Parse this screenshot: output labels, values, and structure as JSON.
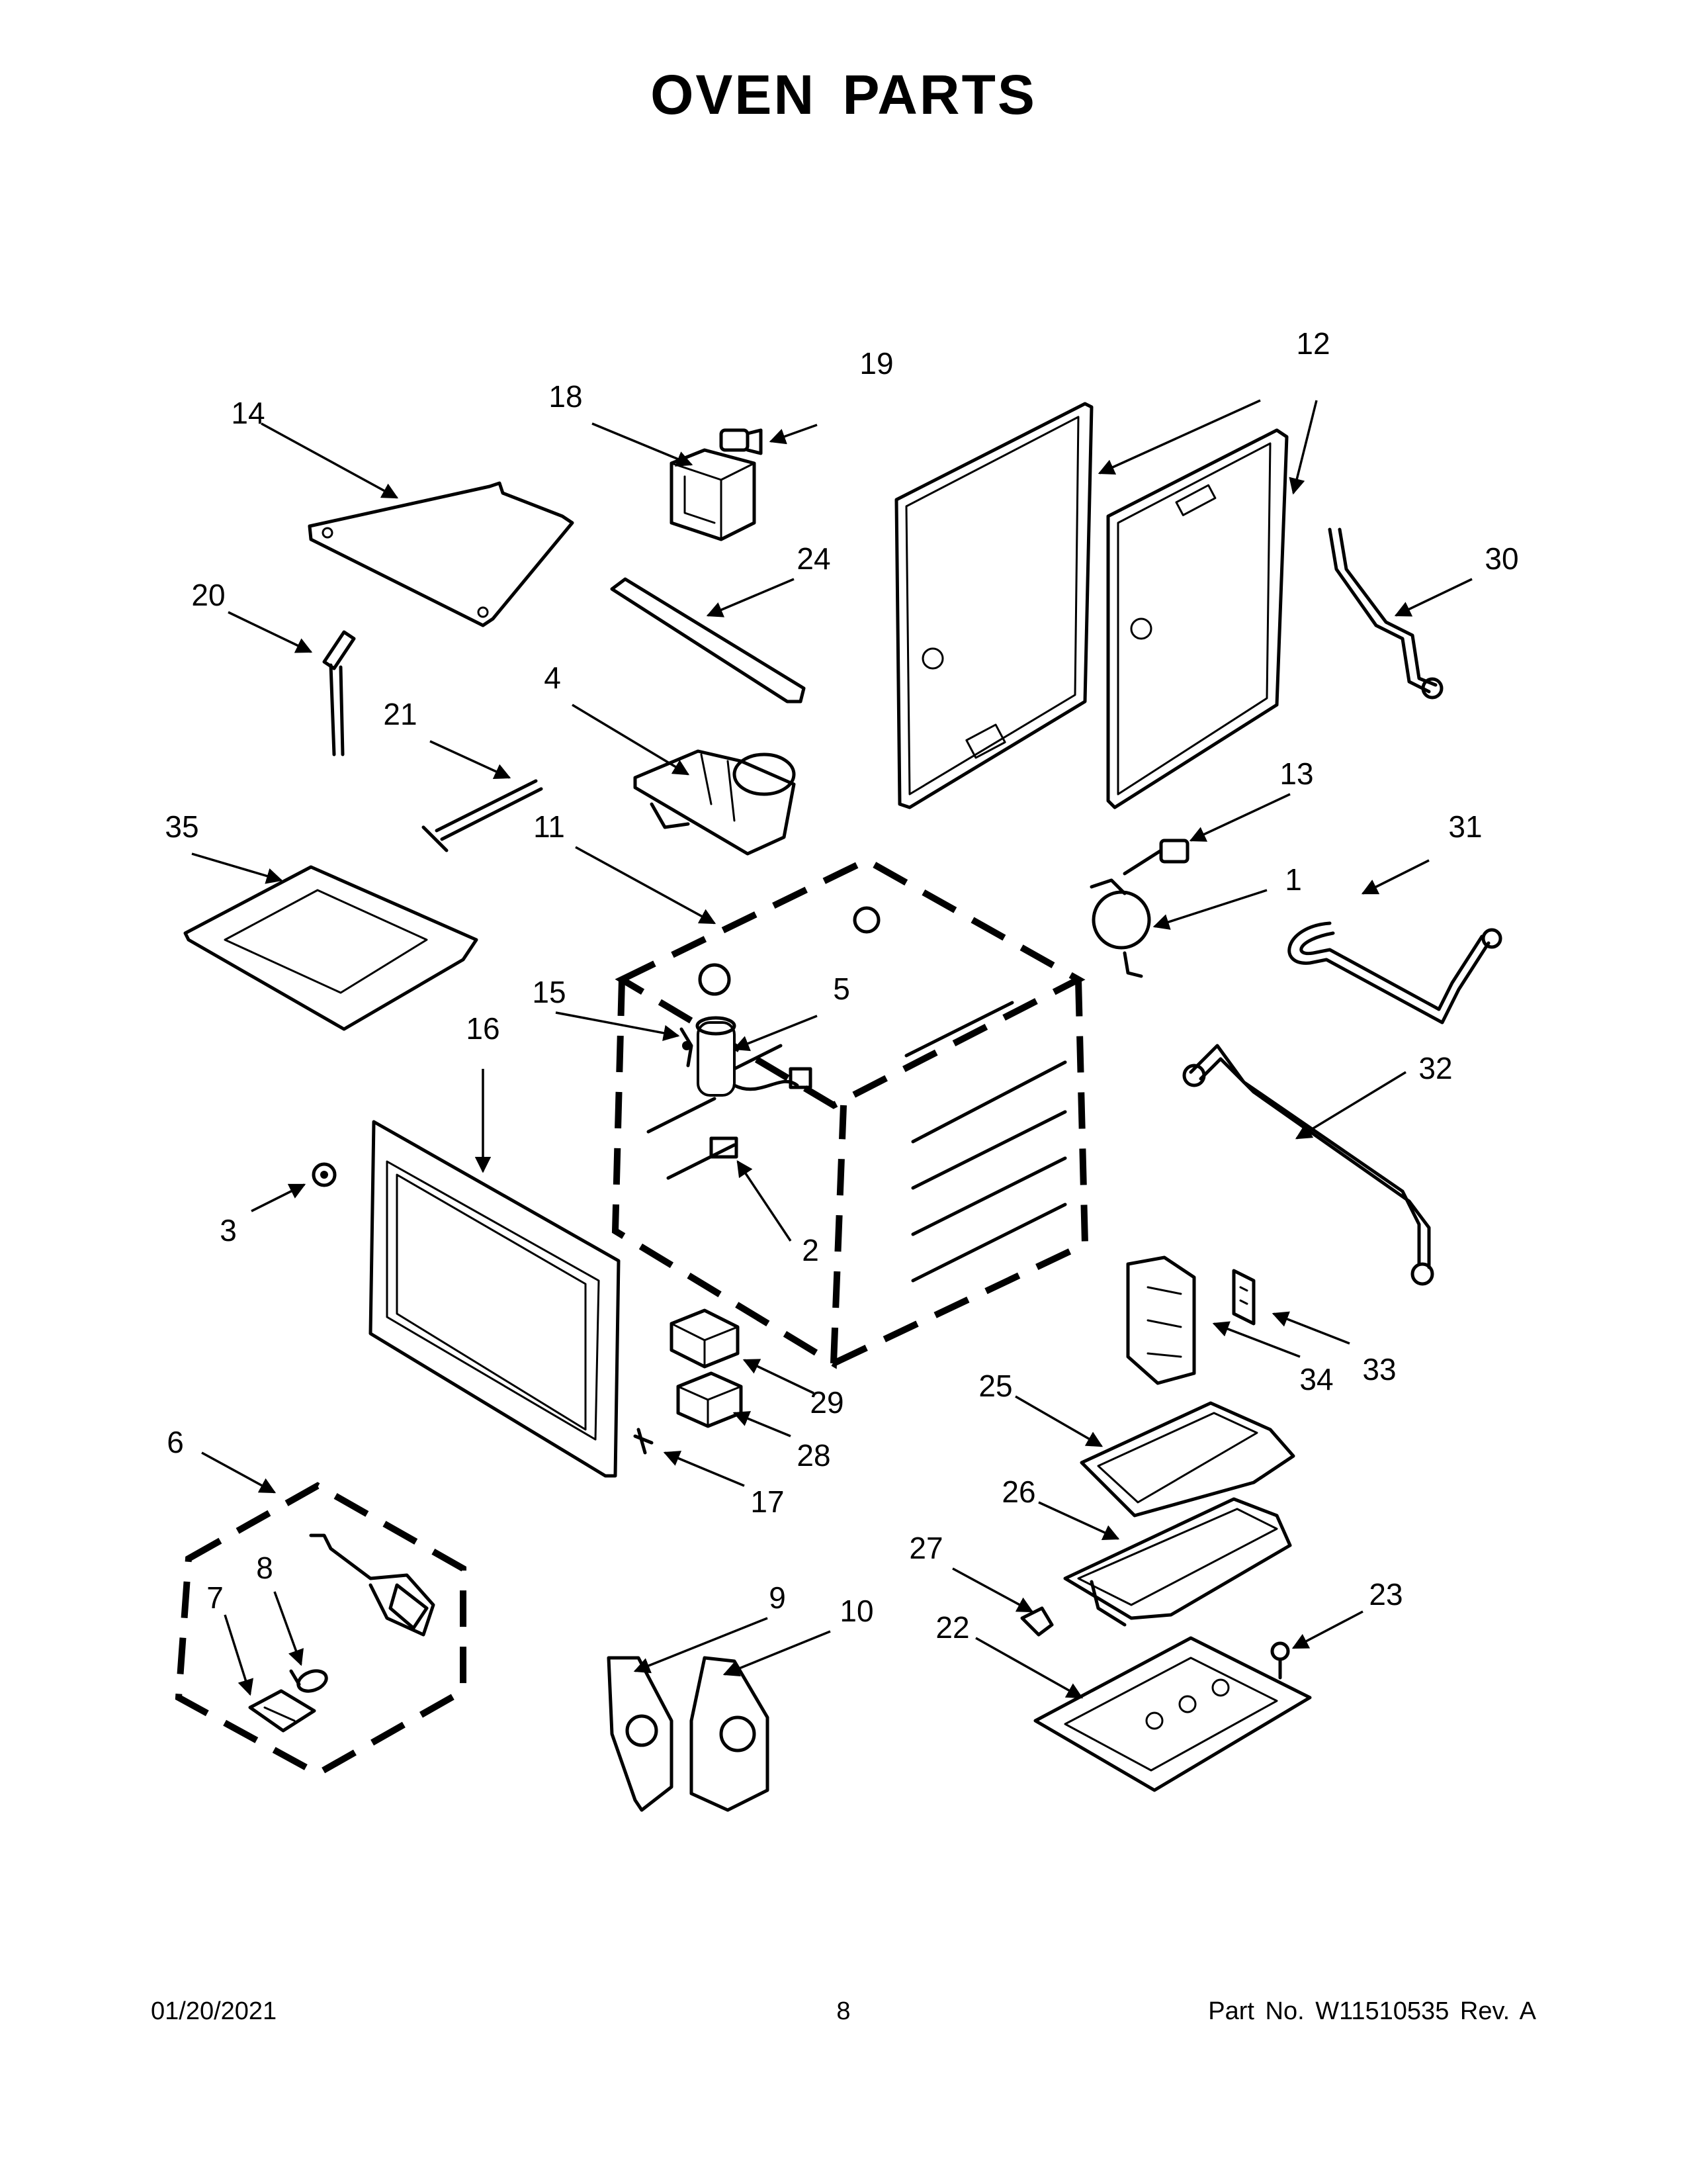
{
  "title": "OVEN PARTS",
  "footer": {
    "date": "01/20/2021",
    "page": "8",
    "part_number": "Part No.  W11510535  Rev.  A"
  },
  "callouts": [
    "1",
    "2",
    "3",
    "4",
    "5",
    "6",
    "7",
    "8",
    "9",
    "10",
    "11",
    "12",
    "13",
    "14",
    "15",
    "16",
    "17",
    "18",
    "19",
    "20",
    "21",
    "22",
    "23",
    "24",
    "25",
    "26",
    "27",
    "28",
    "29",
    "30",
    "31",
    "32",
    "33",
    "34",
    "35"
  ]
}
